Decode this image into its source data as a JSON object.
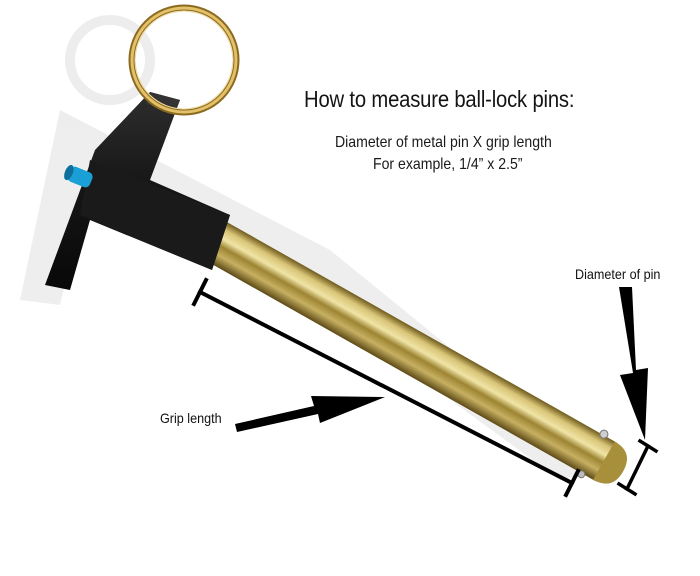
{
  "diagram": {
    "title": "How to measure ball-lock pins:",
    "subtitle_line1": "Diameter of metal pin X grip length",
    "subtitle_line2": "For example, 1/4” x 2.5”",
    "labels": {
      "diameter": "Diameter of pin",
      "grip_length": "Grip length"
    },
    "colors": {
      "background": "#ffffff",
      "handle": "#1c1c1c",
      "button": "#1a9fd6",
      "pin_brass": "#b59a3c",
      "ring": "#c9a04a",
      "annotation": "#000000"
    }
  }
}
